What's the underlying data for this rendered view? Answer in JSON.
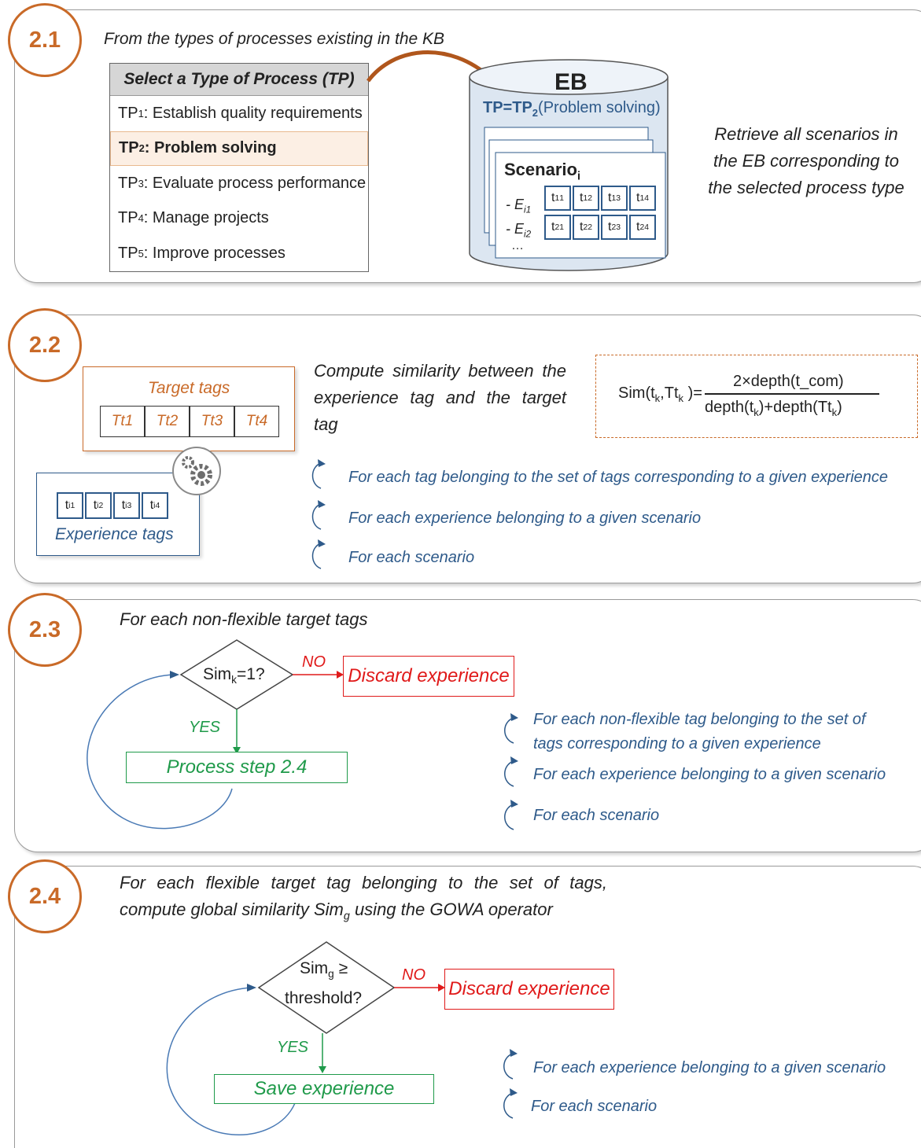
{
  "s21": {
    "num": "2.1",
    "header": "From the types of processes existing in the KB",
    "table_title": "Select a Type of Process (TP)",
    "rows": [
      {
        "pre": "TP",
        "sub": "1",
        "rest": ": Establish quality requirements"
      },
      {
        "pre": "TP",
        "sub": "2",
        "rest": ": Problem solving"
      },
      {
        "pre": "TP",
        "sub": "3",
        "rest": ": Evaluate process performance"
      },
      {
        "pre": "TP",
        "sub": "4",
        "rest": " : Manage projects"
      },
      {
        "pre": "TP",
        "sub": "5",
        "rest": ": Improve processes"
      }
    ],
    "eb_title": "EB",
    "eb_tp_a": "TP=TP",
    "eb_tp_sub": "2",
    "eb_tp_b": "(Problem solving)",
    "scenario": "Scenario",
    "scenario_sub": "i",
    "e1": "- E",
    "e1_sub": "i1",
    "e2": "- E",
    "e2_sub": "i2",
    "ellipsis": "…",
    "right_text": "Retrieve all scenarios in the EB corresponding to the selected process type"
  },
  "s22": {
    "num": "2.2",
    "target_label": "Target tags",
    "target_tags": [
      "Tt1",
      "Tt2",
      "Tt3",
      "Tt4"
    ],
    "exp_label": "Experience tags",
    "compute_text": "Compute similarity between the experience tag and the target tag",
    "formula_left": "Sim(t",
    "formula_k1": "k",
    "formula_mid": ",Tt",
    "formula_k2": "k",
    "formula_close": " )=",
    "formula_num": "2×depth(t_com)",
    "formula_den_a": "depth(t",
    "formula_den_k": "k",
    "formula_den_b": ")+depth(Tt",
    "formula_den_k2": "k",
    "formula_den_c": ")",
    "loops": [
      "For each tag belonging to the set of tags corresponding to a given experience",
      "For each experience belonging to a given scenario",
      "For each scenario"
    ]
  },
  "s23": {
    "num": "2.3",
    "header": "For each non-flexible target tags",
    "diamond_a": "Sim",
    "diamond_sub": "k",
    "diamond_b": "=1?",
    "no": "NO",
    "yes": "YES",
    "discard": "Discard experience",
    "process": "Process step 2.4",
    "loops": [
      "For each non-flexible tag belonging to the set of",
      "tags corresponding to a given experience",
      "For each experience belonging to a given scenario",
      "For each scenario"
    ]
  },
  "s24": {
    "num": "2.4",
    "header1": "For each flexible target tag belonging to the set of tags,",
    "header2a": "compute global similarity Sim",
    "header2sub": "g",
    "header2b": " using the GOWA operator",
    "diamond_a": "Sim",
    "diamond_sub": "g",
    "diamond_b": " ≥",
    "diamond_c": "threshold?",
    "no": "NO",
    "yes": "YES",
    "discard": "Discard experience",
    "save": "Save experience",
    "loops": [
      "For each experience belonging to a given scenario",
      "For each scenario"
    ]
  },
  "colors": {
    "accent_orange": "#c96a28",
    "blue": "#2e5a8a",
    "green": "#1f9a4a",
    "red": "#e01a1a"
  }
}
